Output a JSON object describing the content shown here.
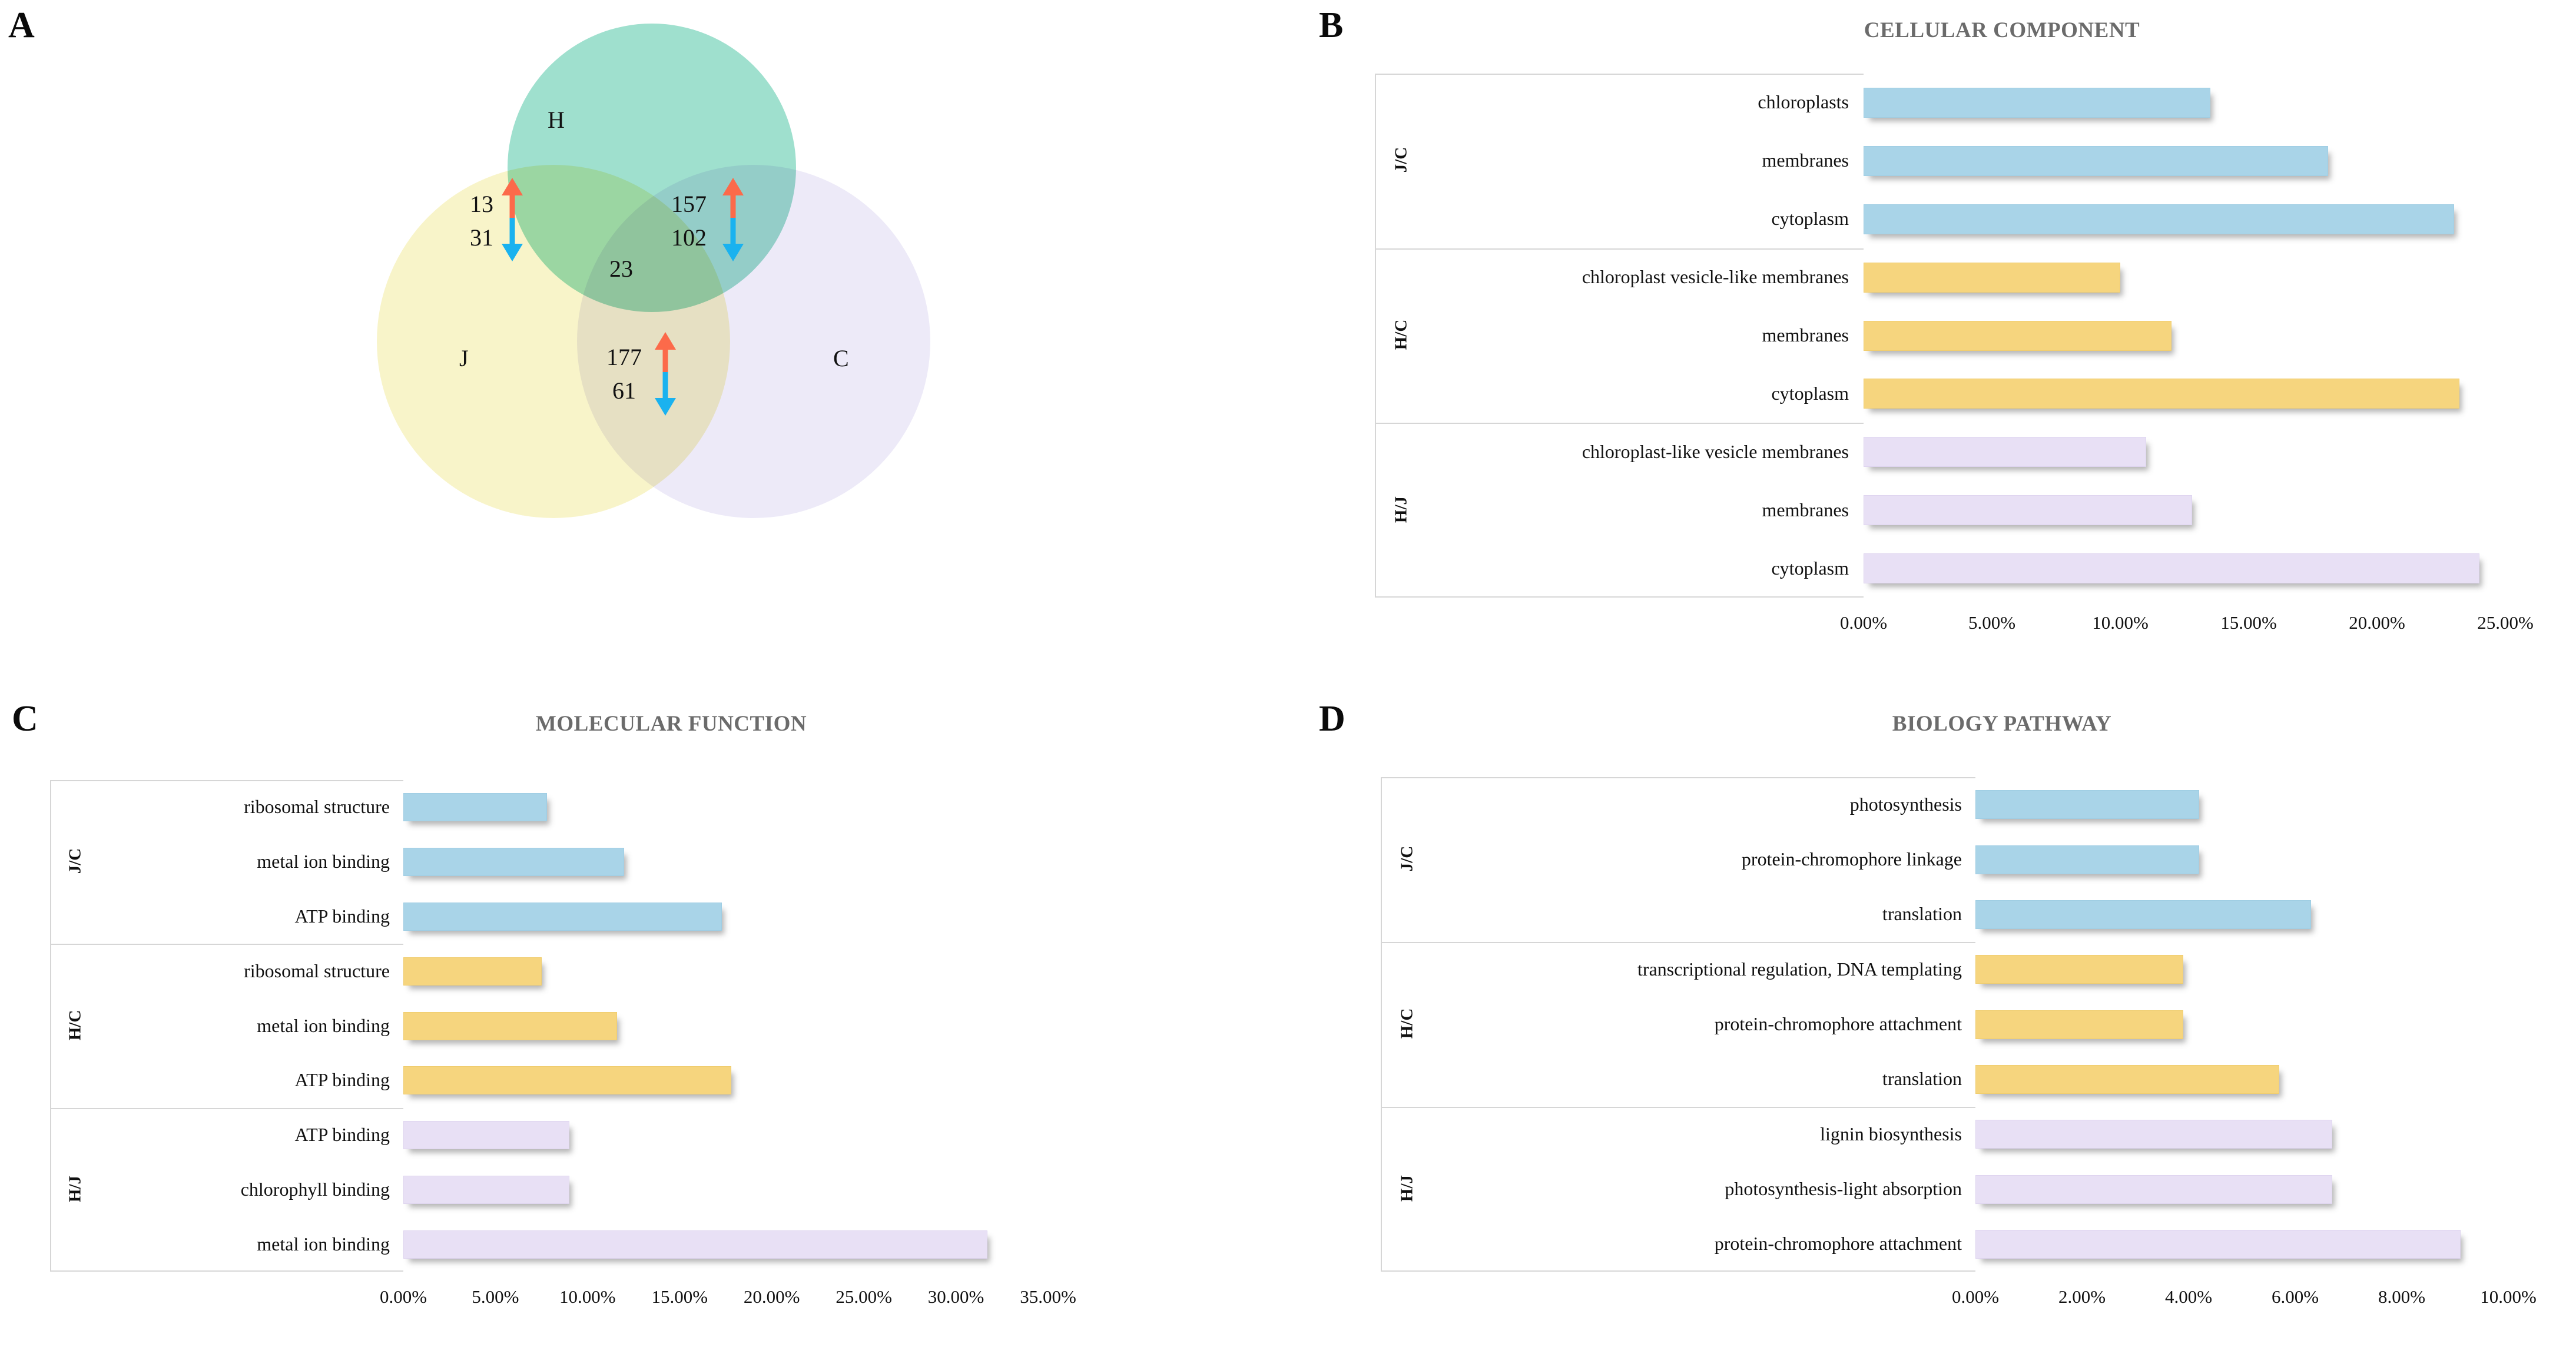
{
  "panels": {
    "a": {
      "letter": "A",
      "title": ""
    },
    "b": {
      "letter": "B",
      "title": "CELLULAR COMPONENT"
    },
    "c": {
      "letter": "C",
      "title": "MOLECULAR FUNCTION"
    },
    "d": {
      "letter": "D",
      "title": "BIOLOGY PATHWAY"
    }
  },
  "venn": {
    "sets": [
      {
        "id": "H",
        "label": "H",
        "color": "#9fe0ce"
      },
      {
        "id": "J",
        "label": "J",
        "color": "#f8f3c2"
      },
      {
        "id": "C",
        "label": "C",
        "color": "#ece9f8"
      }
    ],
    "regions": [
      {
        "id": "HJ",
        "up": "13",
        "down": "31"
      },
      {
        "id": "HC",
        "up": "157",
        "down": "102"
      },
      {
        "id": "JC",
        "up": "177",
        "down": "61"
      },
      {
        "id": "HJC",
        "value": "23"
      }
    ],
    "arrow_colors": {
      "up": "#fc6a4a",
      "down": "#1ab2ef"
    }
  },
  "chart_data": [
    {
      "panel": "B",
      "type": "bar",
      "title": "CELLULAR COMPONENT",
      "orientation": "horizontal",
      "xlabel": "",
      "ylabel": "",
      "xlim": [
        0,
        25
      ],
      "xticks": [
        "0.00%",
        "5.00%",
        "10.00%",
        "15.00%",
        "20.00%",
        "25.00%"
      ],
      "xtick_values": [
        0,
        5,
        10,
        15,
        20,
        25
      ],
      "grid": false,
      "legend": "none",
      "groups": [
        {
          "name": "J/C",
          "color": "#a9d4e8",
          "categories": [
            "chloroplasts",
            "membranes",
            "cytoplasm"
          ],
          "values": [
            13.5,
            18.1,
            23.0
          ]
        },
        {
          "name": "H/C",
          "color": "#f6d57e",
          "categories": [
            "chloroplast vesicle-like membranes",
            "membranes",
            "cytoplasm"
          ],
          "values": [
            10.0,
            12.0,
            23.2
          ]
        },
        {
          "name": "H/J",
          "color": "#e8e0f5",
          "categories": [
            "chloroplast-like vesicle membranes",
            "membranes",
            "cytoplasm"
          ],
          "values": [
            11.0,
            12.8,
            24.0
          ]
        }
      ]
    },
    {
      "panel": "C",
      "type": "bar",
      "title": "MOLECULAR FUNCTION",
      "orientation": "horizontal",
      "xlabel": "",
      "ylabel": "",
      "xlim": [
        0,
        35
      ],
      "xticks": [
        "0.00%",
        "5.00%",
        "10.00%",
        "15.00%",
        "20.00%",
        "25.00%",
        "30.00%",
        "35.00%"
      ],
      "xtick_values": [
        0,
        5,
        10,
        15,
        20,
        25,
        30,
        35
      ],
      "grid": false,
      "legend": "none",
      "groups": [
        {
          "name": "J/C",
          "color": "#a9d4e8",
          "categories": [
            "ribosomal structure",
            "metal ion binding",
            "ATP binding"
          ],
          "values": [
            7.8,
            12.0,
            17.3
          ]
        },
        {
          "name": "H/C",
          "color": "#f6d57e",
          "categories": [
            "ribosomal structure",
            "metal ion binding",
            "ATP binding"
          ],
          "values": [
            7.5,
            11.6,
            17.8
          ]
        },
        {
          "name": "H/J",
          "color": "#e8e0f5",
          "categories": [
            "ATP binding",
            "chlorophyll binding",
            "metal ion binding"
          ],
          "values": [
            9.0,
            9.0,
            31.7
          ]
        }
      ]
    },
    {
      "panel": "D",
      "type": "bar",
      "title": "BIOLOGY PATHWAY",
      "orientation": "horizontal",
      "xlabel": "",
      "ylabel": "",
      "xlim": [
        0,
        10
      ],
      "xticks": [
        "0.00%",
        "2.00%",
        "4.00%",
        "6.00%",
        "8.00%",
        "10.00%"
      ],
      "xtick_values": [
        0,
        2,
        4,
        6,
        8,
        10
      ],
      "grid": false,
      "legend": "none",
      "groups": [
        {
          "name": "J/C",
          "color": "#a9d4e8",
          "categories": [
            "photosynthesis",
            "protein-chromophore linkage",
            "translation"
          ],
          "values": [
            4.2,
            4.2,
            6.3
          ]
        },
        {
          "name": "H/C",
          "color": "#f6d57e",
          "categories": [
            "transcriptional regulation, DNA templating",
            "protein-chromophore attachment",
            "translation"
          ],
          "values": [
            3.9,
            3.9,
            5.7
          ]
        },
        {
          "name": "H/J",
          "color": "#e8e0f5",
          "categories": [
            "lignin biosynthesis",
            "photosynthesis-light absorption",
            "protein-chromophore attachment"
          ],
          "values": [
            6.7,
            6.7,
            9.1
          ]
        }
      ]
    }
  ]
}
